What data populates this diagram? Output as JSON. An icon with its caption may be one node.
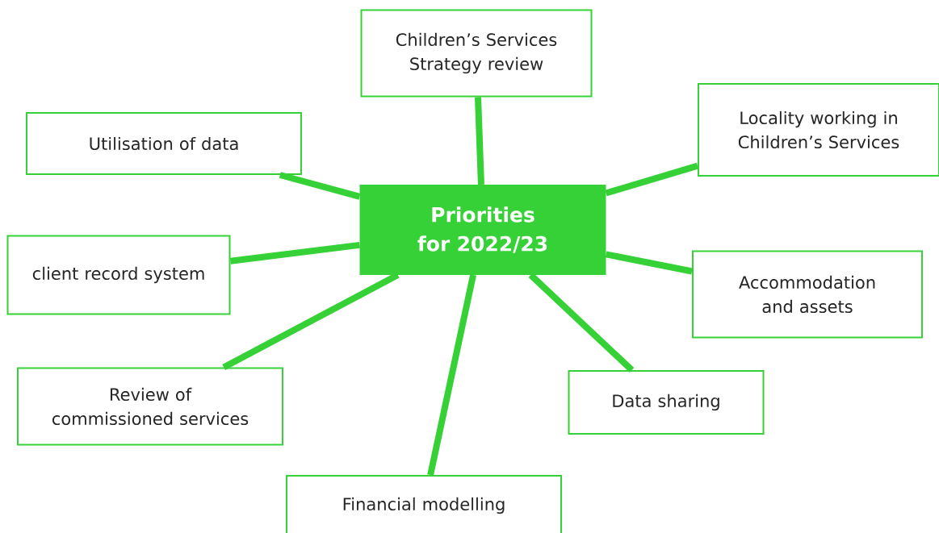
{
  "diagram": {
    "nodes": [
      {
        "text": [
          "Priorities for 2022/23"
        ]
      },
      {
        "text": [
          "Children’s Services Strategy review"
        ]
      },
      {
        "text": [
          "Locality working in Children’s Services"
        ]
      },
      {
        "text": [
          "Utilisation of data"
        ]
      },
      {
        "text": [
          "client record system"
        ]
      },
      {
        "text": [
          "Accommodation and assets"
        ]
      },
      {
        "text": [
          "Review of commissioned services"
        ]
      },
      {
        "text": [
          "Data sharing"
        ]
      },
      {
        "text": [
          "Financial modelling"
        ]
      }
    ],
    "edges": [
      {
        "from": 0,
        "to": 1,
        "arrow": "none"
      },
      {
        "from": 0,
        "to": 2,
        "arrow": "none"
      },
      {
        "from": 0,
        "to": 3,
        "arrow": "none"
      },
      {
        "from": 0,
        "to": 4,
        "arrow": "none"
      },
      {
        "from": 0,
        "to": 5,
        "arrow": "none"
      },
      {
        "from": 0,
        "to": 6,
        "arrow": "none"
      },
      {
        "from": 0,
        "to": 7,
        "arrow": "none"
      },
      {
        "from": 0,
        "to": 8,
        "arrow": "none"
      }
    ]
  }
}
